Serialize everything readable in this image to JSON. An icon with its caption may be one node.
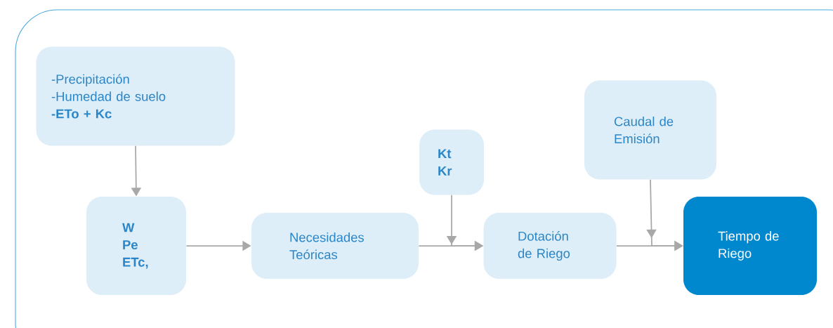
{
  "diagram": {
    "nodes": [
      {
        "text": [
          "-Precipitación",
          "-Humedad de suelo",
          "-ETo + Kc"
        ]
      },
      {
        "text": [
          "W Pe ETc,"
        ]
      },
      {
        "text": [
          "Necesidades Teóricas"
        ]
      },
      {
        "text": [
          "Kt Kr"
        ]
      },
      {
        "text": [
          "Dotación de Riego"
        ]
      },
      {
        "text": [
          "Caudal de Emisión"
        ]
      },
      {
        "text": [
          "Tiempo de Riego"
        ]
      }
    ],
    "edges": [
      {
        "from": 0,
        "to": 1,
        "arrow": "to"
      },
      {
        "from": 1,
        "to": 2,
        "arrow": "to"
      },
      {
        "from": 2,
        "to": 4,
        "arrow": "to"
      },
      {
        "from": 3,
        "to": 4,
        "arrow": "to"
      },
      {
        "from": 4,
        "to": 6,
        "arrow": "to"
      },
      {
        "from": 5,
        "to": 6,
        "arrow": "to"
      }
    ]
  }
}
